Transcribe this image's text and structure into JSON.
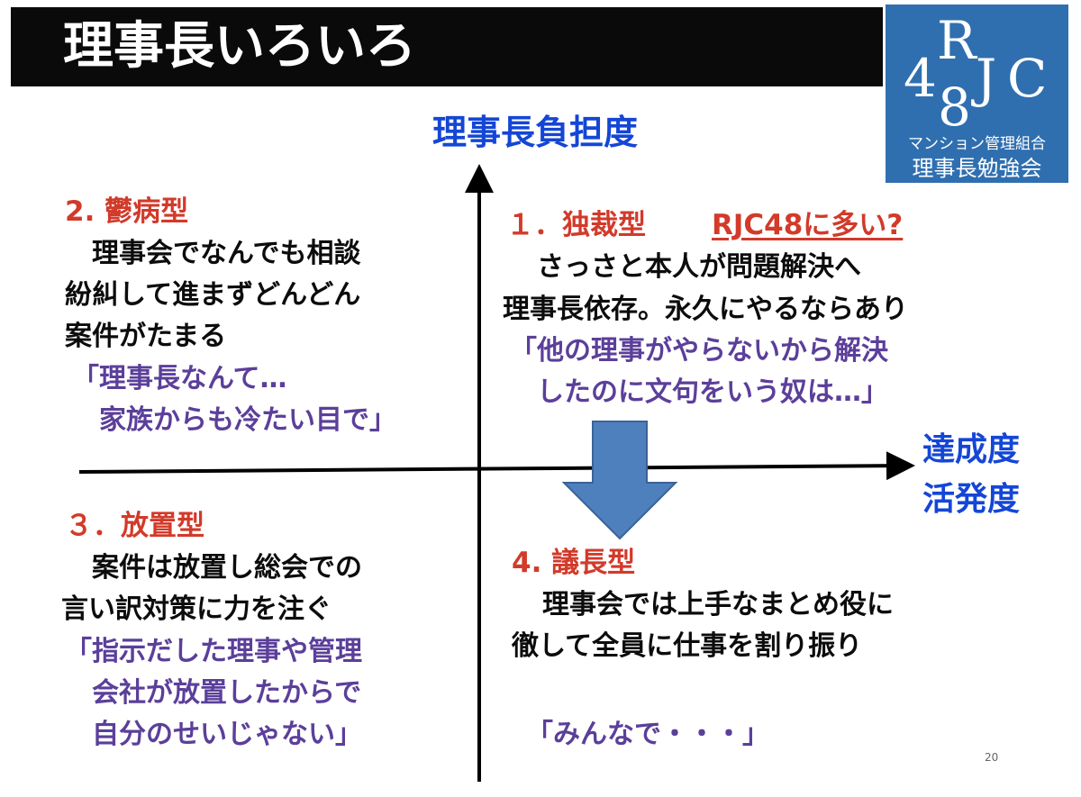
{
  "title": "理事長いろいろ",
  "logo": {
    "letters": [
      "R",
      "4",
      "8",
      "J",
      "C"
    ],
    "sub1": "マンション管理組合",
    "sub2": "理事長勉強会"
  },
  "axes": {
    "vertical_label": "理事長負担度",
    "horizontal_label_1": "達成度",
    "horizontal_label_2": "活発度"
  },
  "quadrants": {
    "q2": {
      "heading": "2. 鬱病型",
      "body": [
        "　理事会でなんでも相談",
        "紛糾して進まずどんどん",
        "案件がたまる"
      ],
      "quote": [
        "「理事長なんて…",
        "　家族からも冷たい目で」"
      ]
    },
    "q1": {
      "heading": "１．独裁型",
      "heading_note": "RJC48に多い?",
      "body": [
        "さっさと本人が問題解決へ",
        "理事長依存。永久にやるならあり"
      ],
      "quote": [
        "「他の理事がやらないから解決",
        "　したのに文句をいう奴は…」"
      ]
    },
    "q3": {
      "heading": "３．放置型",
      "body": [
        "　案件は放置し総会での",
        "言い訳対策に力を注ぐ"
      ],
      "quote": [
        "「指示だした理事や管理",
        "　会社が放置したからで",
        "　自分のせいじゃない」"
      ]
    },
    "q4": {
      "heading": "4. 議長型",
      "body": [
        "　理事会では上手なまとめ役に",
        "徹して全員に仕事を割り振り"
      ],
      "quote": [
        "「みんなで・・・」"
      ]
    }
  },
  "page_number": "20",
  "colors": {
    "title_bg": "#0a0a0a",
    "logo_bg": "#2f6fb0",
    "axis_label": "#1446d6",
    "heading": "#d23a2a",
    "quote": "#5b3f9a",
    "arrow_fill": "#4e80bd",
    "arrow_stroke": "#3a6296"
  }
}
